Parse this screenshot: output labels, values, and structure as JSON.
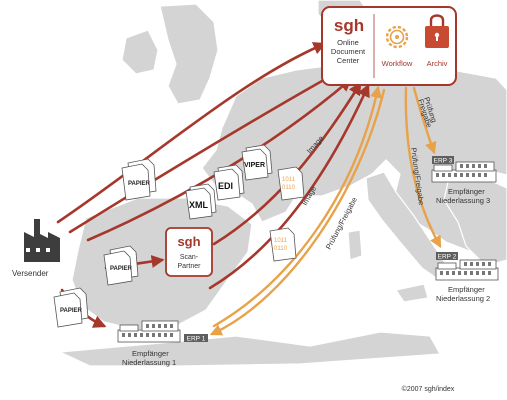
{
  "header": {
    "logo": "sgh",
    "odc_lines": [
      "Online",
      "Document",
      "Center"
    ],
    "workflow": "Workflow",
    "archiv": "Archiv"
  },
  "sender": {
    "label": "Versender"
  },
  "docs": {
    "papier": "PAPIER",
    "xml": "XML",
    "edi": "EDI",
    "viper": "VIPER",
    "binary_line1": "1011",
    "binary_line2": "0110"
  },
  "scan": {
    "logo": "sgh",
    "line1": "Scan-",
    "line2": "Partner"
  },
  "arrow_labels": {
    "image": "Image",
    "pruefung_freigabe": "Prüfung/Freigabe",
    "pruefung": "Prüfung",
    "freigabe": "Freigabe"
  },
  "receivers": [
    {
      "erp": "ERP 1",
      "line1": "Empfänger",
      "line2": "Niederlassung 1"
    },
    {
      "erp": "ERP 2",
      "line1": "Empfänger",
      "line2": "Niederlassung 2"
    },
    {
      "erp": "ERP 3",
      "line1": "Empfänger",
      "line2": "Niederlassung 3"
    }
  ],
  "copyright": "©2007 sgh/index",
  "colors": {
    "accent_red": "#a5372b",
    "accent_orange": "#e8a24a",
    "map_gray": "#d4d4d4",
    "text_dark": "#333333"
  }
}
